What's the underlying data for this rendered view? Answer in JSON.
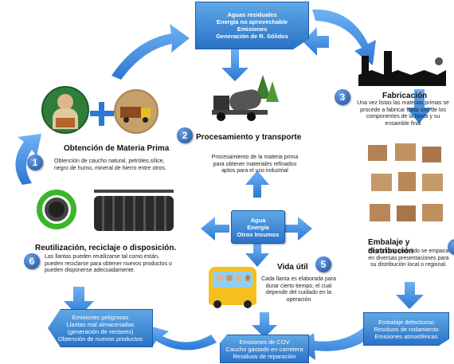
{
  "top_box": [
    "Aguas residuales",
    "Energía no aprovechable",
    "Emisiones",
    "Generación de R. Sólidos"
  ],
  "center_box": [
    "Agua",
    "Energía",
    "Otros Insumos"
  ],
  "left_box": [
    "Emisiones peligrosas",
    "Llantas mal almacenadas",
    "(generación de vectores)",
    "Obtención de nuevos productos"
  ],
  "bottom_box": [
    "Emisiones de COV",
    "Caucho gastado en carretera",
    "Residuos de reparación"
  ],
  "right_box": [
    "Embalaje defectuoso",
    "Residuos de rodamiento",
    "Emisiones atmosféricas"
  ],
  "steps": [
    {
      "num": "1",
      "title": "Obtención de Materia Prima",
      "desc": [
        "Obtención de caucho natural, petróleo,sílice,",
        "negro de humo, mineral de hierro entre otros."
      ]
    },
    {
      "num": "2",
      "title": "Procesamiento y transporte",
      "desc": [
        "Procesamiento de la materia prima",
        "para obtener materiales refinados",
        "aptos para el uso industrial"
      ]
    },
    {
      "num": "3",
      "title": "Fabricación",
      "desc": [
        "Una vez listas las materias primas se",
        "procede a fabricar cada uno de los",
        "componentes de la llanta y su",
        "ensamble final"
      ]
    },
    {
      "num": "5",
      "title": "Vida útil",
      "desc": [
        "Cada llanta es elaborada para",
        "durar cierto tiempo, el cual",
        "depende del cuidado en la",
        "operación"
      ]
    },
    {
      "num": "6",
      "title": "Reutilización, reciclaje o disposición.",
      "desc": [
        "Las llantas pueden reutilizarse tal como están,",
        "pueden reciclarse para obtener nuevos productos o",
        "pueden disponerse adecuadamente."
      ]
    },
    {
      "title": "Embalaje y distribución",
      "desc": [
        "El producto obtenido se empaca",
        "en diversas presentaciones para",
        "su distribución local o regional."
      ]
    }
  ],
  "colors": {
    "arrow": "#3a87e0",
    "box": "#2a72c6",
    "circle": "#1f4f9a"
  }
}
